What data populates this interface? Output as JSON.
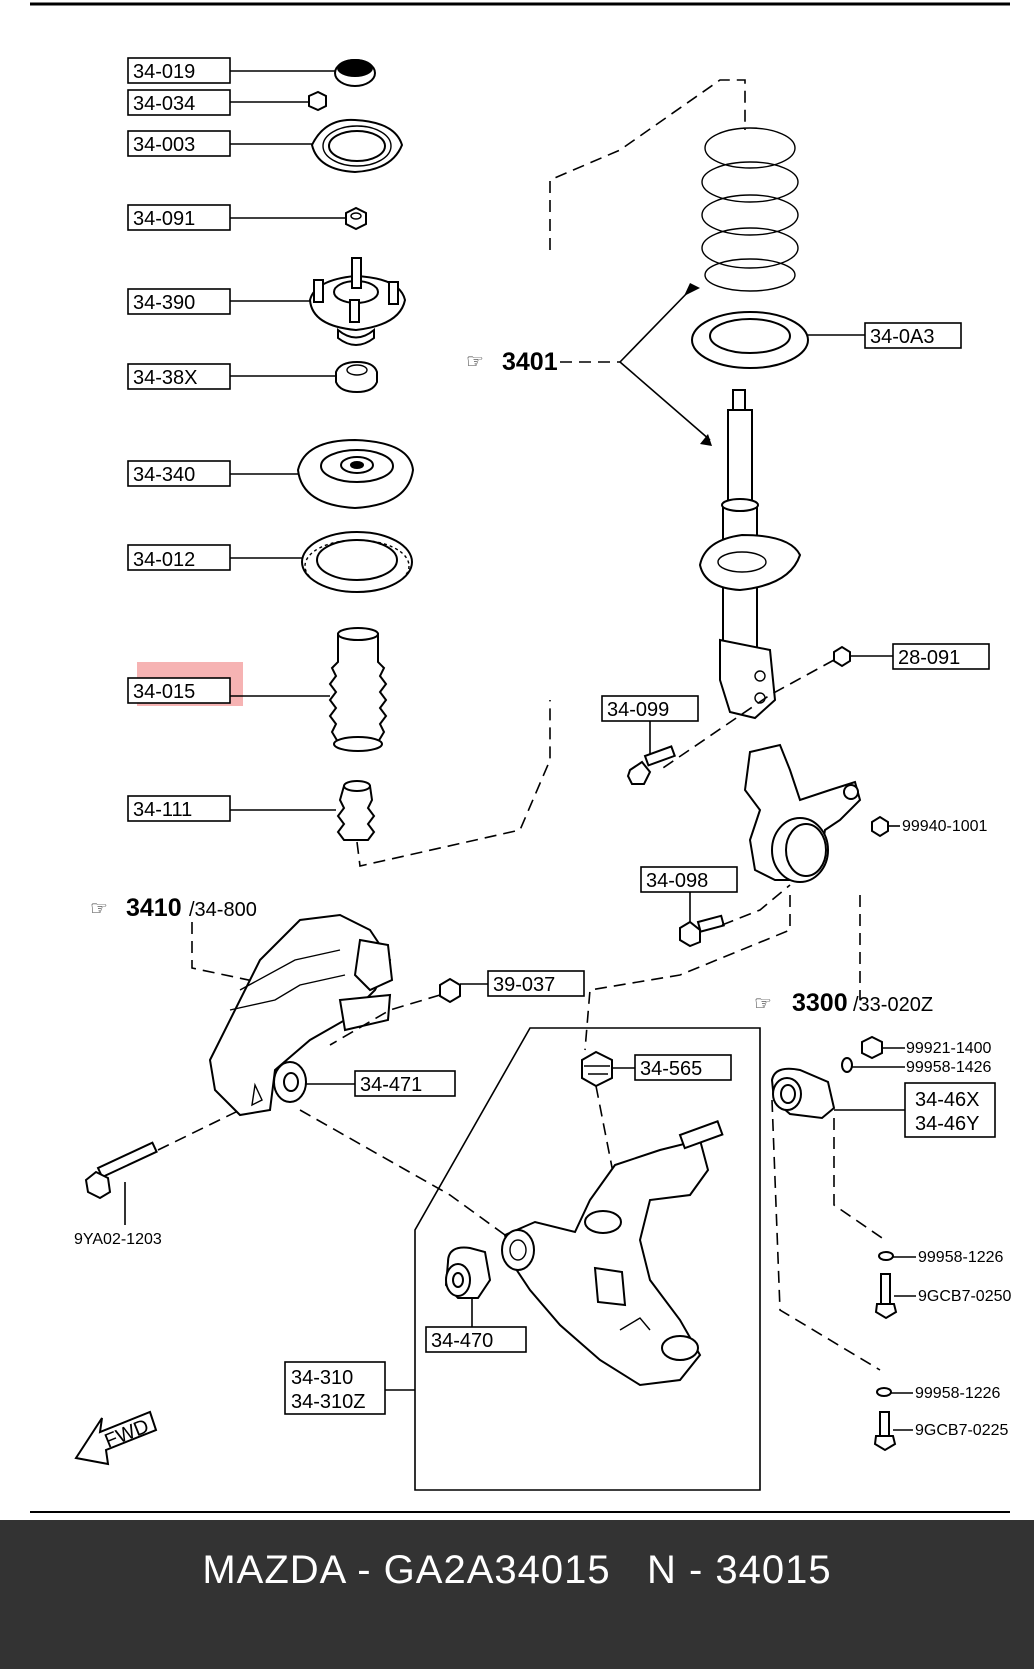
{
  "labels": {
    "p34_019": "34-019",
    "p34_034": "34-034",
    "p34_003": "34-003",
    "p34_091": "34-091",
    "p34_390": "34-390",
    "p34_38X": "34-38X",
    "p34_340": "34-340",
    "p34_012": "34-012",
    "p34_015": "34-015",
    "p34_111": "34-111",
    "p34_0A3": "34-0A3",
    "p28_091": "28-091",
    "p34_099": "34-099",
    "p34_098": "34-098",
    "p99940_1001": "99940-1001",
    "p39_037": "39-037",
    "p34_471": "34-471",
    "p9YA02_1203": "9YA02-1203",
    "p34_565": "34-565",
    "p99921_1400": "99921-1400",
    "p99958_1426": "99958-1426",
    "p34_46X": "34-46X",
    "p34_46Y": "34-46Y",
    "p99958_1226_a": "99958-1226",
    "p9GCB7_0250": "9GCB7-0250",
    "p99958_1226_b": "99958-1226",
    "p9GCB7_0225": "9GCB7-0225",
    "p34_470": "34-470",
    "p34_310": "34-310",
    "p34_310Z": "34-310Z"
  },
  "groups": {
    "g3401": "3401",
    "g3410": "3410",
    "g3410_sub": "/34-800",
    "g3300": "3300",
    "g3300_sub": "/33-020Z"
  },
  "direction": "FWD",
  "highlight": {
    "part": "34-015",
    "color": "#f2a0a0"
  },
  "footer": {
    "text": "MAZDA - GA2A34015   N - 34015"
  },
  "colors": {
    "footer_bg": "#333333",
    "footer_text": "#ffffff",
    "highlight": "#f08080"
  }
}
